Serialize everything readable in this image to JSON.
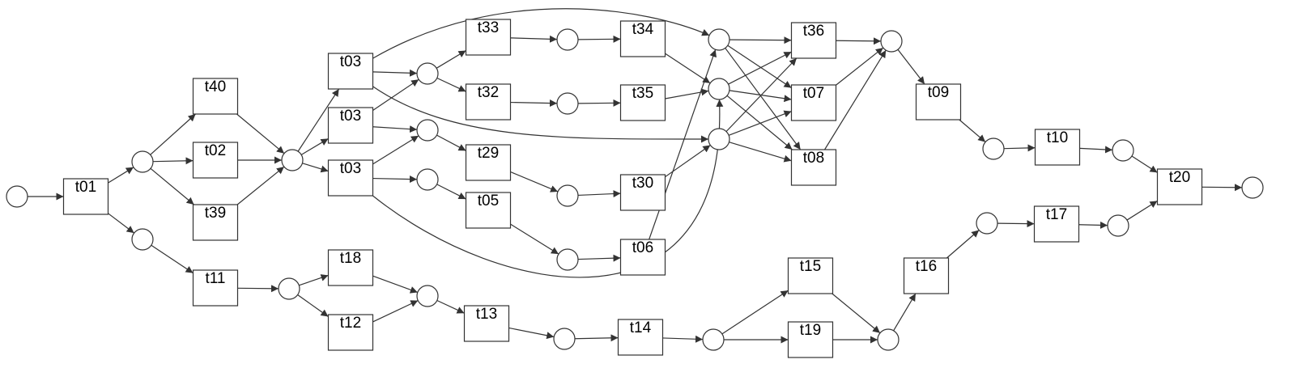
{
  "colors": {
    "start_place": "#7CDC1C",
    "end_place": "#E41B1B",
    "stroke": "#333333"
  },
  "transitions": [
    {
      "id": "t01",
      "label": "t01"
    },
    {
      "id": "t40",
      "label": "t40"
    },
    {
      "id": "t02",
      "label": "t02"
    },
    {
      "id": "t39",
      "label": "t39"
    },
    {
      "id": "t11",
      "label": "t11"
    },
    {
      "id": "t03a",
      "label": "t03"
    },
    {
      "id": "t03b",
      "label": "t03"
    },
    {
      "id": "t03c",
      "label": "t03"
    },
    {
      "id": "t18",
      "label": "t18"
    },
    {
      "id": "t12",
      "label": "t12"
    },
    {
      "id": "t33",
      "label": "t33"
    },
    {
      "id": "t32",
      "label": "t32"
    },
    {
      "id": "t29",
      "label": "t29"
    },
    {
      "id": "t05",
      "label": "t05"
    },
    {
      "id": "t13",
      "label": "t13"
    },
    {
      "id": "t34",
      "label": "t34"
    },
    {
      "id": "t35",
      "label": "t35"
    },
    {
      "id": "t30",
      "label": "t30"
    },
    {
      "id": "t06",
      "label": "t06"
    },
    {
      "id": "t14",
      "label": "t14"
    },
    {
      "id": "t36",
      "label": "t36"
    },
    {
      "id": "t07",
      "label": "t07"
    },
    {
      "id": "t08",
      "label": "t08"
    },
    {
      "id": "t15",
      "label": "t15"
    },
    {
      "id": "t19",
      "label": "t19"
    },
    {
      "id": "t09",
      "label": "t09"
    },
    {
      "id": "t16",
      "label": "t16"
    },
    {
      "id": "t10",
      "label": "t10"
    },
    {
      "id": "t17",
      "label": "t17"
    },
    {
      "id": "t20",
      "label": "t20"
    }
  ],
  "places": [
    {
      "id": "start",
      "kind": "start"
    },
    {
      "id": "p1",
      "kind": "normal"
    },
    {
      "id": "p2",
      "kind": "normal"
    },
    {
      "id": "p3",
      "kind": "normal"
    },
    {
      "id": "p4",
      "kind": "normal"
    },
    {
      "id": "p5",
      "kind": "normal"
    },
    {
      "id": "p6",
      "kind": "normal"
    },
    {
      "id": "p7",
      "kind": "normal"
    },
    {
      "id": "p8",
      "kind": "normal"
    },
    {
      "id": "p9",
      "kind": "normal"
    },
    {
      "id": "p10",
      "kind": "normal"
    },
    {
      "id": "p11",
      "kind": "normal"
    },
    {
      "id": "p12",
      "kind": "normal"
    },
    {
      "id": "p13",
      "kind": "normal"
    },
    {
      "id": "p14",
      "kind": "normal"
    },
    {
      "id": "p15",
      "kind": "normal"
    },
    {
      "id": "p16",
      "kind": "normal"
    },
    {
      "id": "p17",
      "kind": "normal"
    },
    {
      "id": "p18",
      "kind": "normal"
    },
    {
      "id": "p19",
      "kind": "normal"
    },
    {
      "id": "p20",
      "kind": "normal"
    },
    {
      "id": "p21",
      "kind": "normal"
    },
    {
      "id": "p22",
      "kind": "normal"
    },
    {
      "id": "p23",
      "kind": "normal"
    },
    {
      "id": "end",
      "kind": "end"
    }
  ],
  "arcs": [
    [
      "start",
      "t01"
    ],
    [
      "t01",
      "p1"
    ],
    [
      "t01",
      "p2"
    ],
    [
      "p1",
      "t40"
    ],
    [
      "p1",
      "t02"
    ],
    [
      "p1",
      "t39"
    ],
    [
      "t40",
      "p3"
    ],
    [
      "t02",
      "p3"
    ],
    [
      "t39",
      "p3"
    ],
    [
      "p3",
      "t03a"
    ],
    [
      "p3",
      "t03b"
    ],
    [
      "p3",
      "t03c"
    ],
    [
      "t03a",
      "p5"
    ],
    [
      "t03b",
      "p5"
    ],
    [
      "t03b",
      "p6"
    ],
    [
      "t03c",
      "p6"
    ],
    [
      "t03c",
      "p7"
    ],
    [
      "t03a",
      "p14"
    ],
    [
      "t03a",
      "p16"
    ],
    [
      "t03c",
      "p15"
    ],
    [
      "p5",
      "t33"
    ],
    [
      "p5",
      "t32"
    ],
    [
      "p6",
      "t29"
    ],
    [
      "p7",
      "t05"
    ],
    [
      "t33",
      "p9"
    ],
    [
      "t32",
      "p10"
    ],
    [
      "t29",
      "p11"
    ],
    [
      "t05",
      "p12"
    ],
    [
      "p9",
      "t34"
    ],
    [
      "p10",
      "t35"
    ],
    [
      "p11",
      "t30"
    ],
    [
      "p12",
      "t06"
    ],
    [
      "t34",
      "p15"
    ],
    [
      "t35",
      "p15"
    ],
    [
      "t30",
      "p14"
    ],
    [
      "t06",
      "p16"
    ],
    [
      "p14",
      "t36"
    ],
    [
      "p14",
      "t07"
    ],
    [
      "p14",
      "t08"
    ],
    [
      "p15",
      "t36"
    ],
    [
      "p15",
      "t07"
    ],
    [
      "p15",
      "t08"
    ],
    [
      "p16",
      "t36"
    ],
    [
      "p16",
      "t07"
    ],
    [
      "p16",
      "t08"
    ],
    [
      "t36",
      "p17"
    ],
    [
      "t07",
      "p17"
    ],
    [
      "t08",
      "p17"
    ],
    [
      "p17",
      "t09"
    ],
    [
      "t09",
      "p18"
    ],
    [
      "p18",
      "t10"
    ],
    [
      "t10",
      "p19"
    ],
    [
      "p19",
      "t20"
    ],
    [
      "p2",
      "t11"
    ],
    [
      "t11",
      "p4"
    ],
    [
      "p4",
      "t18"
    ],
    [
      "p4",
      "t12"
    ],
    [
      "t18",
      "p8"
    ],
    [
      "t12",
      "p8"
    ],
    [
      "p8",
      "t13"
    ],
    [
      "t13",
      "p13"
    ],
    [
      "p13",
      "t14"
    ],
    [
      "t14",
      "p20"
    ],
    [
      "p20",
      "t15"
    ],
    [
      "p20",
      "t19"
    ],
    [
      "t15",
      "p21"
    ],
    [
      "t19",
      "p21"
    ],
    [
      "p21",
      "t16"
    ],
    [
      "t16",
      "p22"
    ],
    [
      "p22",
      "t17"
    ],
    [
      "t17",
      "p23"
    ],
    [
      "p23",
      "t20"
    ],
    [
      "t20",
      "end"
    ]
  ]
}
